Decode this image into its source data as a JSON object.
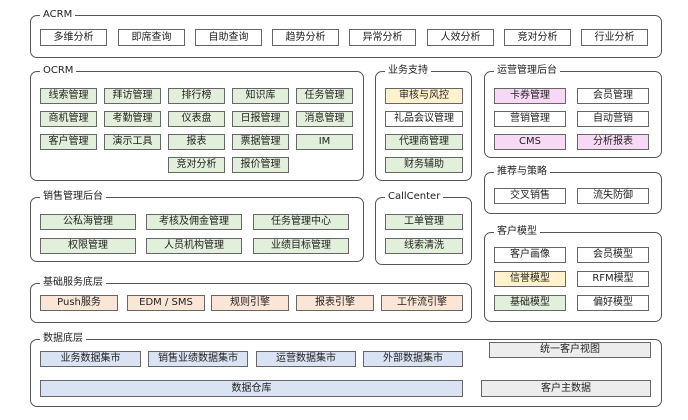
{
  "acrm": {
    "title": "ACRM",
    "items": [
      "多维分析",
      "即席查询",
      "自助查询",
      "趋势分析",
      "异常分析",
      "人效分析",
      "竞对分析",
      "行业分析"
    ]
  },
  "ocrm": {
    "title": "OCRM",
    "rows": [
      [
        "线索管理",
        "拜访管理",
        "排行榜",
        "知识库",
        "任务管理"
      ],
      [
        "商机管理",
        "考勤管理",
        "仪表盘",
        "日报管理",
        "消息管理"
      ],
      [
        "客户管理",
        "演示工具",
        "报表",
        "票据管理",
        "IM"
      ],
      [
        "竞对分析",
        "报价管理"
      ]
    ]
  },
  "business_support": {
    "title": "业务支持",
    "items": [
      "审核与风控",
      "礼品会议管理",
      "代理商管理",
      "财务辅助"
    ]
  },
  "ops_backend": {
    "title": "运营管理后台",
    "items": [
      "卡券管理",
      "会员管理",
      "营销管理",
      "自动营销",
      "CMS",
      "分析报表"
    ]
  },
  "recommend": {
    "title": "推荐与策略",
    "items": [
      "交叉销售",
      "流失防御"
    ]
  },
  "sales_backend": {
    "title": "销售管理后台",
    "rows": [
      [
        "公私海管理",
        "考核及佣金管理",
        "任务管理中心"
      ],
      [
        "权限管理",
        "人员机构管理",
        "业绩目标管理"
      ]
    ]
  },
  "callcenter": {
    "title": "CallCenter",
    "items": [
      "工单管理",
      "线索清洗"
    ]
  },
  "customer_model": {
    "title": "客户模型",
    "items": [
      "客户画像",
      "会员模型",
      "信誉模型",
      "RFM模型",
      "基础模型",
      "偏好模型"
    ]
  },
  "base_service": {
    "title": "基础服务底层",
    "items": [
      "Push服务",
      "EDM / SMS",
      "规则引擎",
      "报表引擎",
      "工作流引擎"
    ]
  },
  "data_layer": {
    "title": "数据底层",
    "marts": [
      "业务数据集市",
      "销售业绩数据集市",
      "运营数据集市",
      "外部数据集市"
    ],
    "warehouse": "数据仓库",
    "unified_view": "统一客户视图",
    "master_data": "客户主数据"
  }
}
